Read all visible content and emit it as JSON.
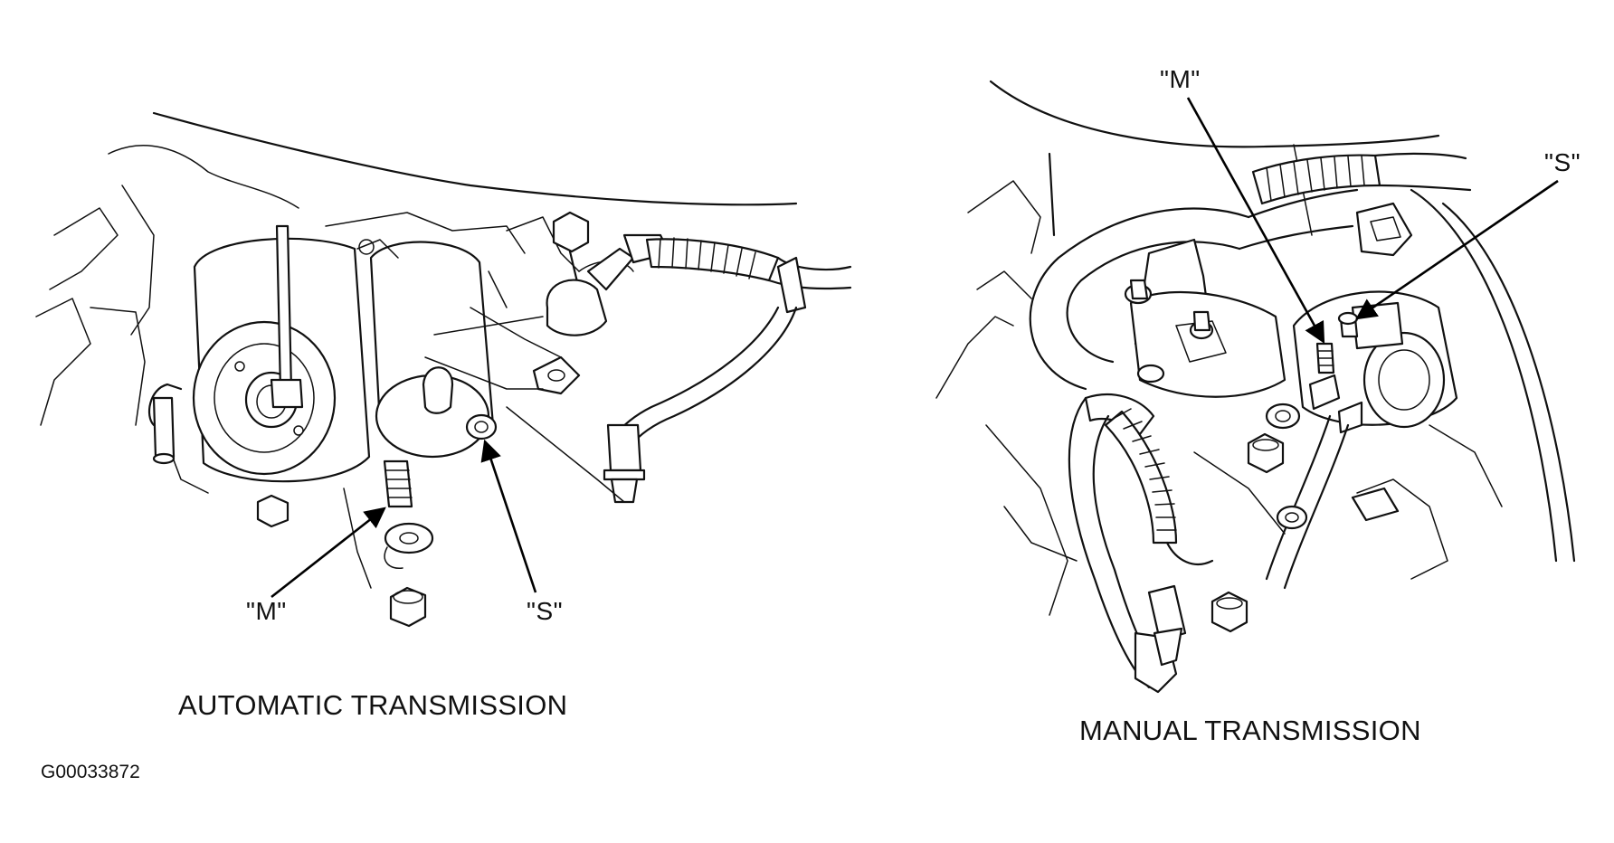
{
  "figures": [
    {
      "caption": "AUTOMATIC TRANSMISSION",
      "labels": {
        "m": "\"M\"",
        "s": "\"S\""
      }
    },
    {
      "caption": "MANUAL TRANSMISSION",
      "labels": {
        "m": "\"M\"",
        "s": "\"S\""
      }
    }
  ],
  "figure_id": "G00033872"
}
